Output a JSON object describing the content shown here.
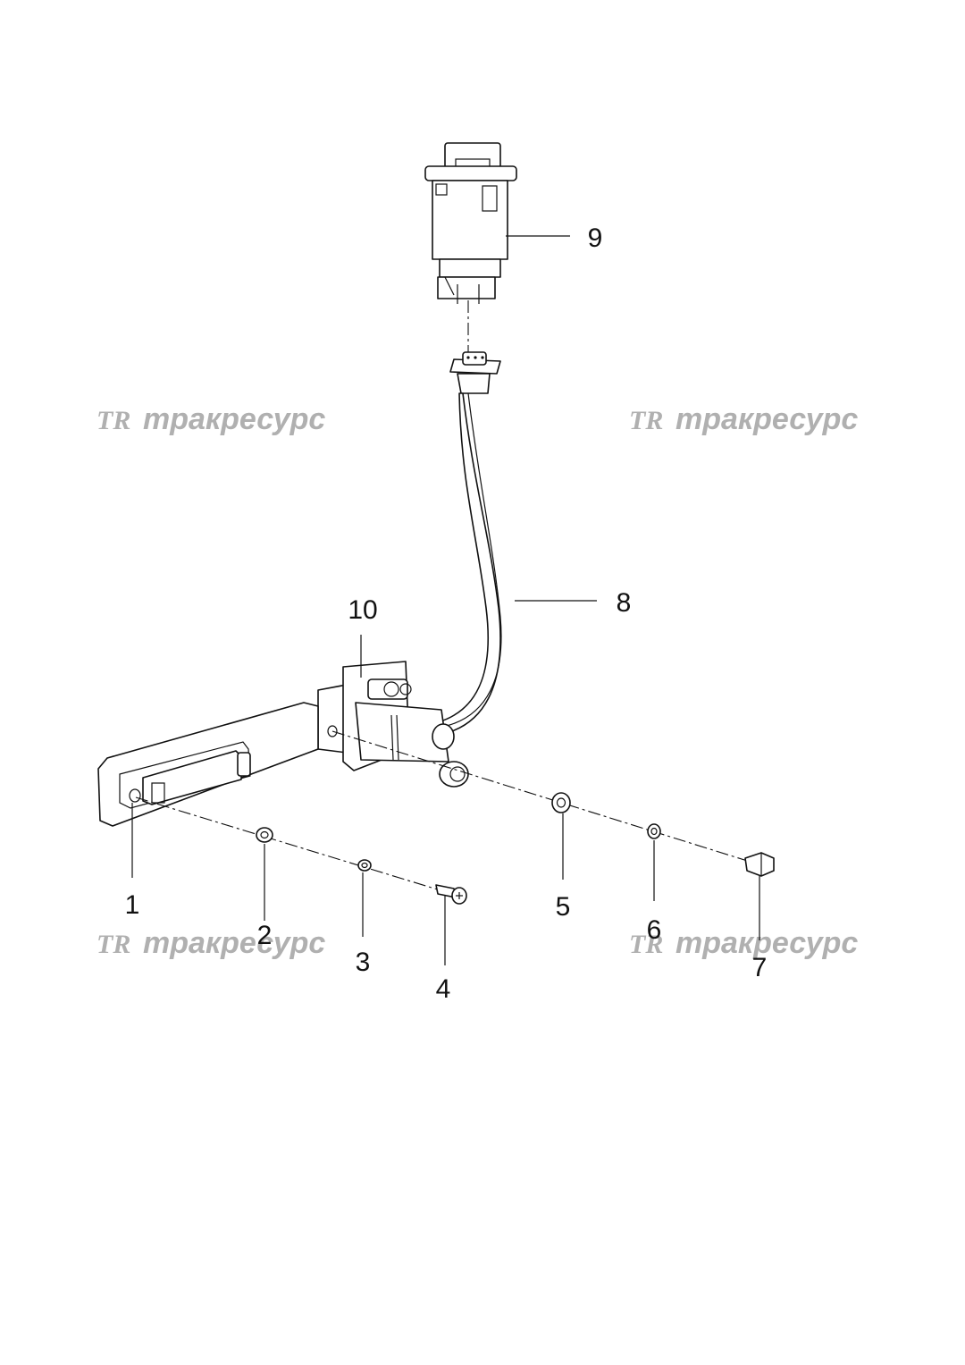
{
  "watermark": {
    "text": "тракресурс",
    "logo": "TR"
  },
  "callouts": {
    "c1": "1",
    "c2": "2",
    "c3": "3",
    "c4": "4",
    "c5": "5",
    "c6": "6",
    "c7": "7",
    "c8": "8",
    "c9": "9",
    "c10": "10"
  },
  "colors": {
    "line": "#111111",
    "watermark": "#b0b0b0",
    "background": "#ffffff"
  }
}
